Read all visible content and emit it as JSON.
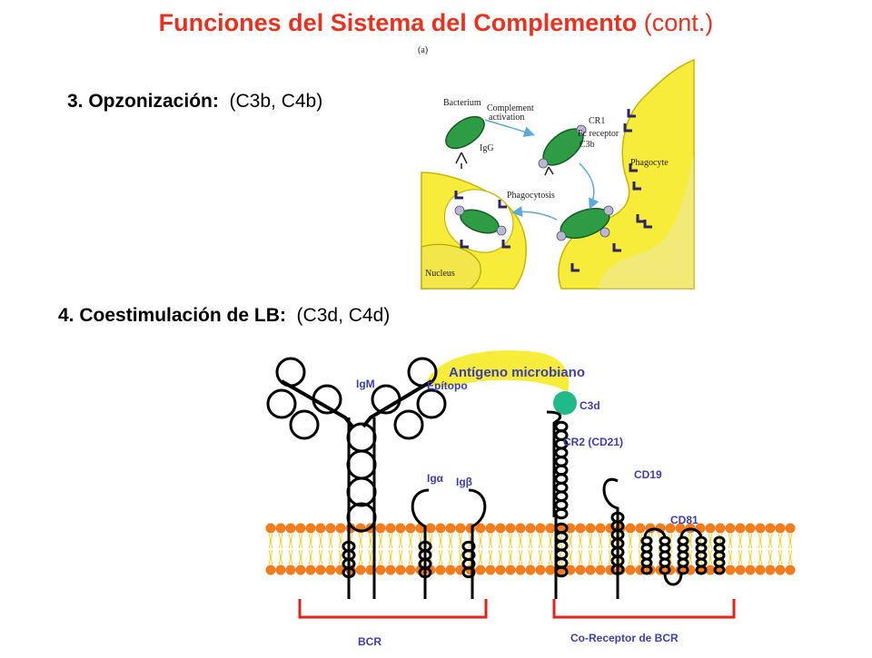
{
  "title": {
    "bold": "Funciones del Sistema del Complemento",
    "rest": " (cont.)"
  },
  "section3": {
    "bold": "3. Opzonización:",
    "rest": "(C3b, C4b)"
  },
  "section4": {
    "bold": "4. Coestimulación de LB:",
    "rest": "(C3d, C4d)"
  },
  "panel_a": {
    "tag": "(a)",
    "bacterium": "Bacterium",
    "complement": "Complement",
    "activation": "activation",
    "igg": "IgG",
    "cr1": "CR1",
    "fc_receptor": "Fc receptor",
    "c3b": "C3b",
    "phagocyte": "Phagocyte",
    "phagocytosis": "Phagocytosis",
    "nucleus": "Nucleus"
  },
  "diagram": {
    "antigen": "Antígeno microbiano",
    "epitope": "Epítopo",
    "igm": "IgM",
    "c3d": "C3d",
    "cr2": "CR2 (CD21)",
    "ig_alpha": "Igα",
    "ig_beta": "Igβ",
    "cd19": "CD19",
    "cd81": "CD81",
    "bcr": "BCR",
    "coreceptor": "Co-Receptor de BCR"
  },
  "colors": {
    "title": "#e8321e",
    "label": "#3b3fb3",
    "membrane": "#f47c1c",
    "cell": "#f7ec3a",
    "bacteria": "#2e9b45",
    "c3d": "#1fb98a",
    "bracket": "#e0231e"
  }
}
